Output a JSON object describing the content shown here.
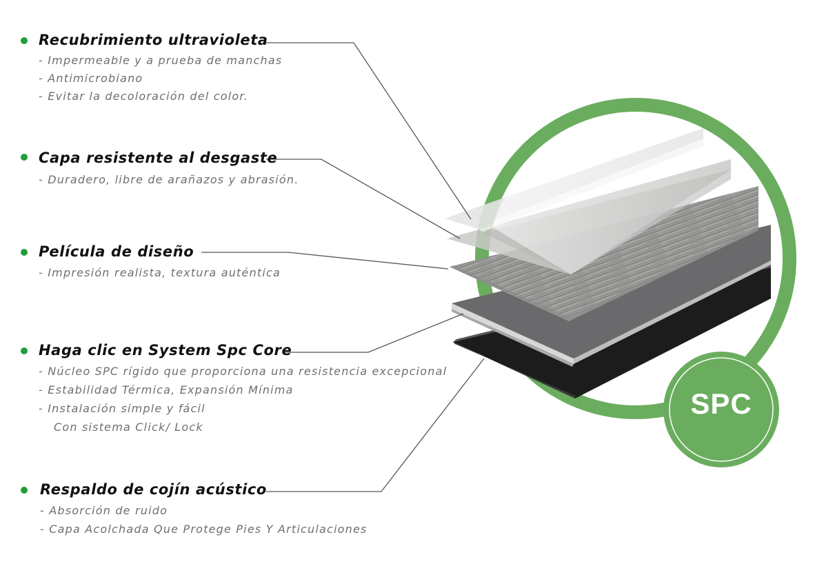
{
  "layers": [
    {
      "title": "Recubrimiento ultravioleta",
      "desc": [
        "- Impermeable y a prueba de manchas",
        "- Antimicrobiano",
        "- Evitar la decoloración del color."
      ]
    },
    {
      "title": "Capa resistente al desgaste",
      "desc": [
        "- Duradero, libre de arañazos y abrasión."
      ]
    },
    {
      "title": "Película de diseño",
      "desc": [
        "- Impresión realista, textura auténtica"
      ]
    },
    {
      "title": "Haga clic en System Spc Core",
      "desc": [
        "- Núcleo SPC rígido que proporciona una resistencia excepcional",
        "- Estabilidad Térmica, Expansión Mínima",
        "- Instalación simple y fácil",
        "Con sistema Click/ Lock"
      ]
    },
    {
      "title": "Respaldo de cojín acústico",
      "desc": [
        "- Absorción de ruido",
        "- Capa Acolchada Que Protege Pies Y Articulaciones"
      ]
    }
  ],
  "badge": {
    "label": "SPC"
  },
  "colors": {
    "accent_green": "#6aad5e",
    "bullet_green": "#1f9e3a",
    "leader_line": "#555555"
  }
}
